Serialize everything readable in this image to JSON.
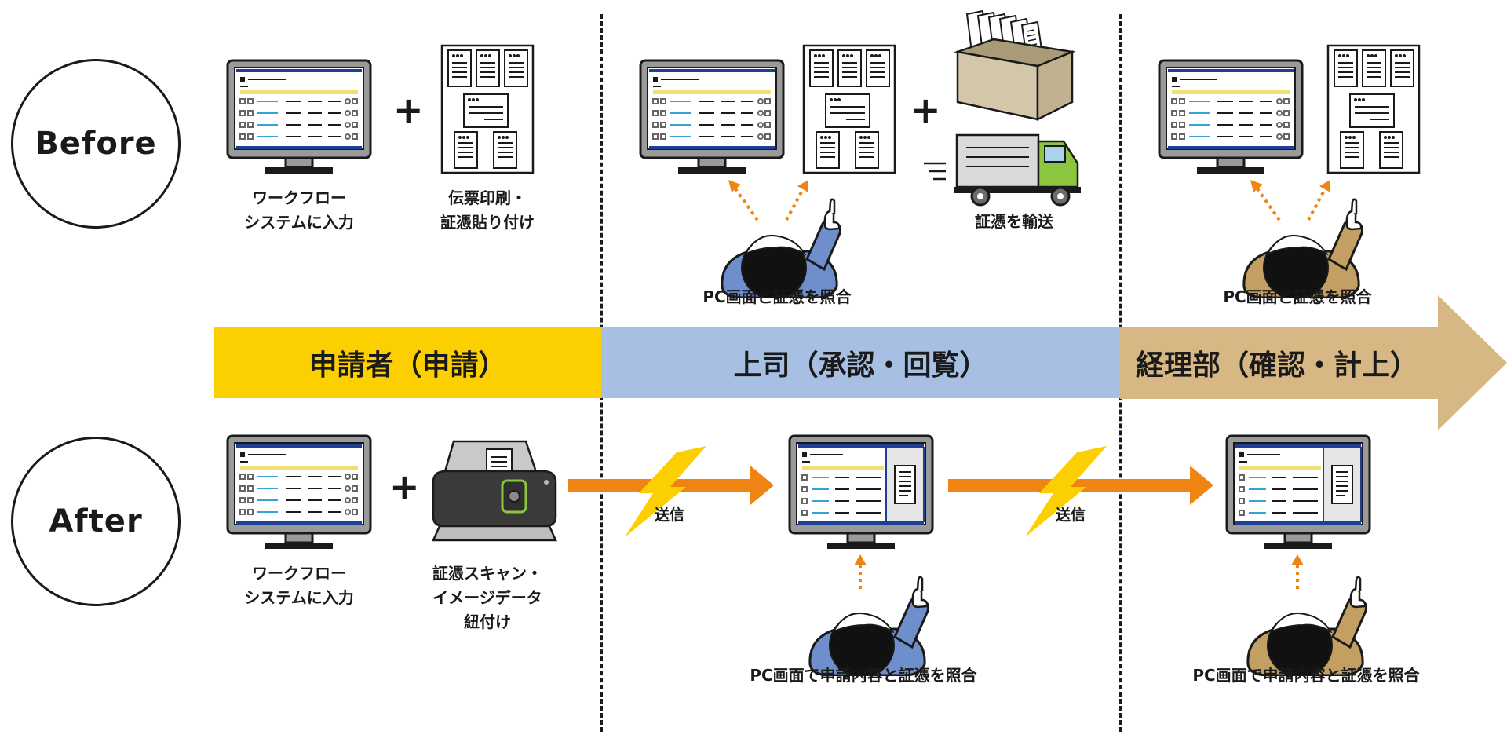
{
  "rows": {
    "before": "Before",
    "after": "After"
  },
  "phases": [
    {
      "label": "申請者（申請）",
      "color": "#fbcf00"
    },
    {
      "label": "上司（承認・回覧）",
      "color": "#a6bfe3"
    },
    {
      "label": "経理部（確認・計上）",
      "color": "#d7b884"
    }
  ],
  "before": {
    "workflow_input": "ワークフロー\nシステムに入力",
    "print_attach": "伝票印刷・\n証憑貼り付け",
    "manager_check": "PC画面と証憑を照合",
    "transport": "証憑を輸送",
    "accounting_check": "PC画面と証憑を照合"
  },
  "after": {
    "workflow_input": "ワークフロー\nシステムに入力",
    "scan_link": "証憑スキャン・\nイメージデータ\n紐付け",
    "send1": "送信",
    "send2": "送信",
    "manager_check": "PC画面で申請内容と証憑を照合",
    "accounting_check": "PC画面で申請内容と証憑を照合"
  },
  "colors": {
    "arrow": "#f08412",
    "lightning": "#fbcf00",
    "truck_cab": "#8cc63f",
    "person_blue": "#6f8fcc",
    "person_tan": "#c49f63"
  }
}
